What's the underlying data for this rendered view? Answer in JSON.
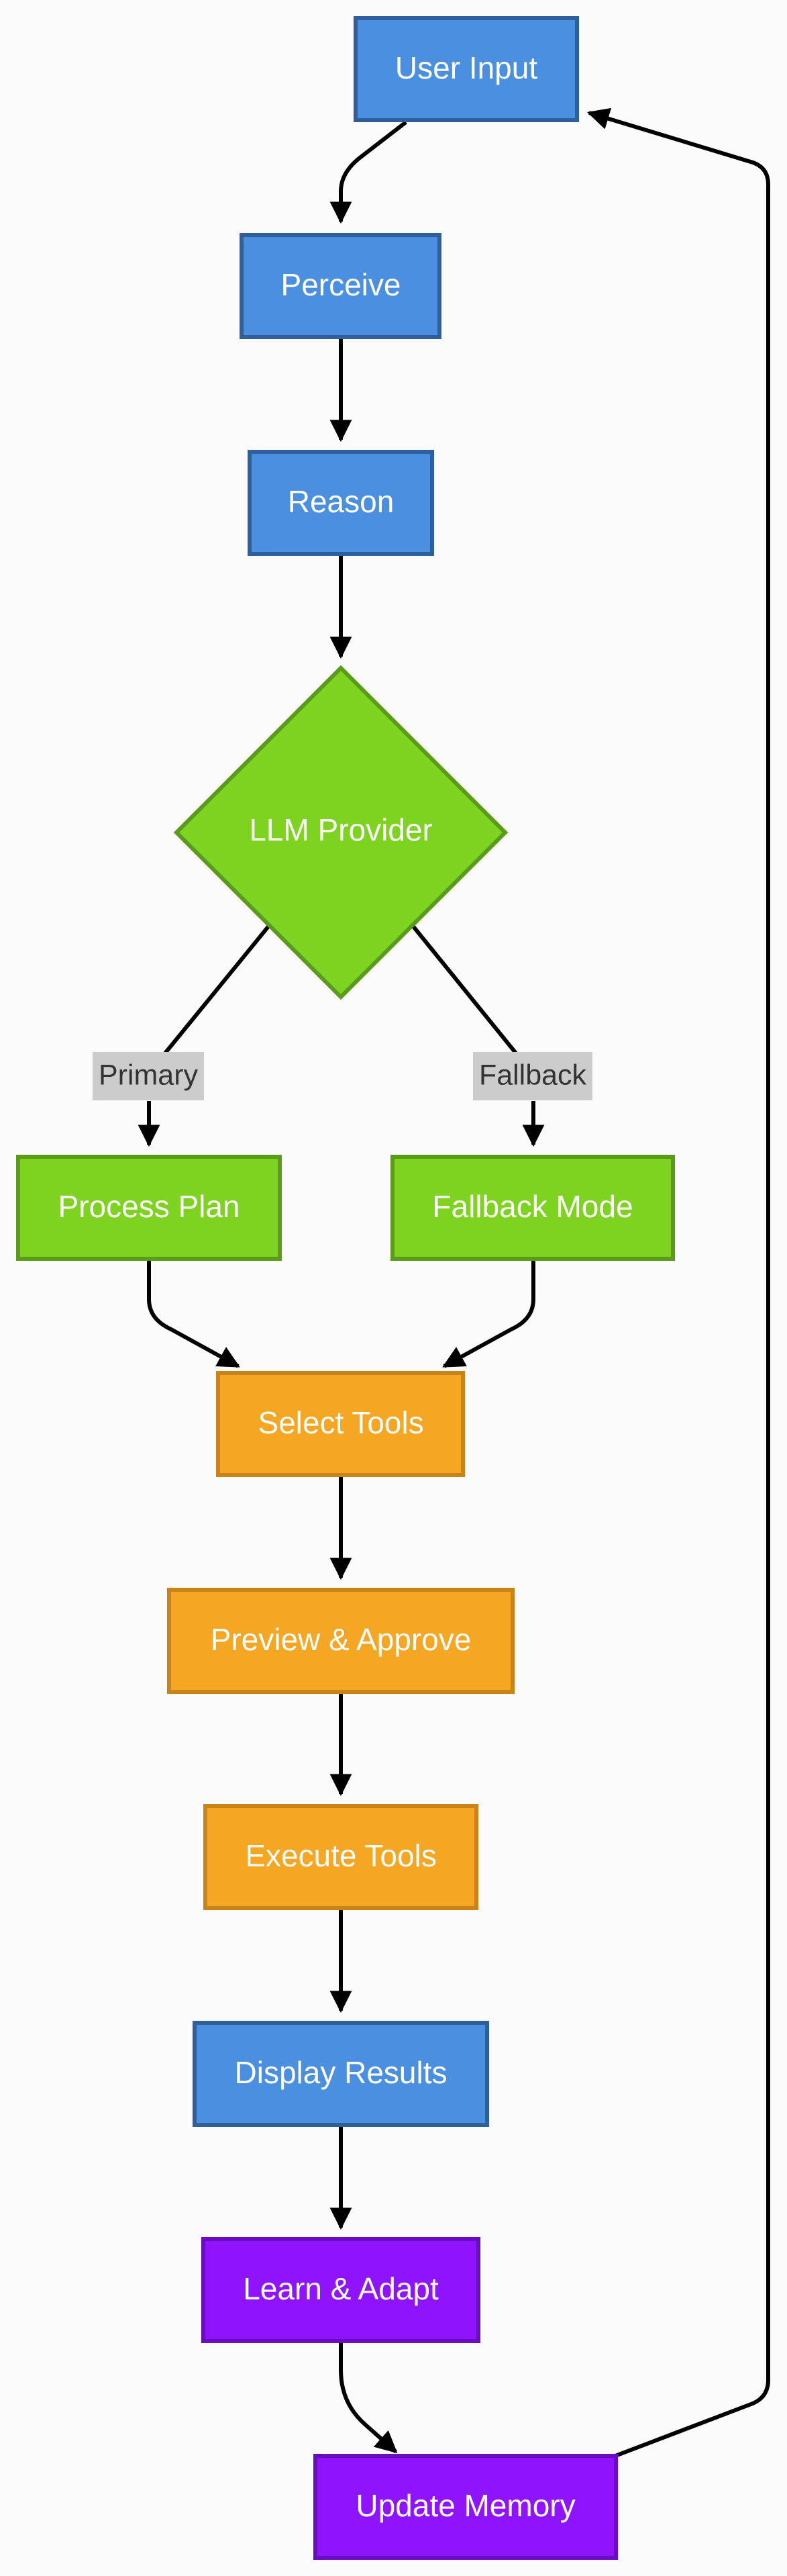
{
  "colors": {
    "blue": {
      "fill": "#4a8fe0",
      "stroke": "#2f5f9c"
    },
    "green": {
      "fill": "#7ed321",
      "stroke": "#5a9c1a"
    },
    "orange": {
      "fill": "#f5a623",
      "stroke": "#c98419"
    },
    "purple": {
      "fill": "#9013fe",
      "stroke": "#6a0dbf"
    },
    "label_bg": "#cccccc",
    "edge": "#000000",
    "text": "#ffffff"
  },
  "nodes": {
    "user_input": {
      "label": "User Input",
      "color": "blue"
    },
    "perceive": {
      "label": "Perceive",
      "color": "blue"
    },
    "reason": {
      "label": "Reason",
      "color": "blue"
    },
    "llm_provider": {
      "label": "LLM Provider",
      "color": "green"
    },
    "process_plan": {
      "label": "Process Plan",
      "color": "green"
    },
    "fallback_mode": {
      "label": "Fallback Mode",
      "color": "green"
    },
    "select_tools": {
      "label": "Select Tools",
      "color": "orange"
    },
    "preview_approve": {
      "label": "Preview & Approve",
      "color": "orange"
    },
    "execute_tools": {
      "label": "Execute Tools",
      "color": "orange"
    },
    "display_results": {
      "label": "Display Results",
      "color": "blue"
    },
    "learn_adapt": {
      "label": "Learn & Adapt",
      "color": "purple"
    },
    "update_memory": {
      "label": "Update Memory",
      "color": "purple"
    }
  },
  "edges": {
    "primary_label": "Primary",
    "fallback_label": "Fallback"
  }
}
